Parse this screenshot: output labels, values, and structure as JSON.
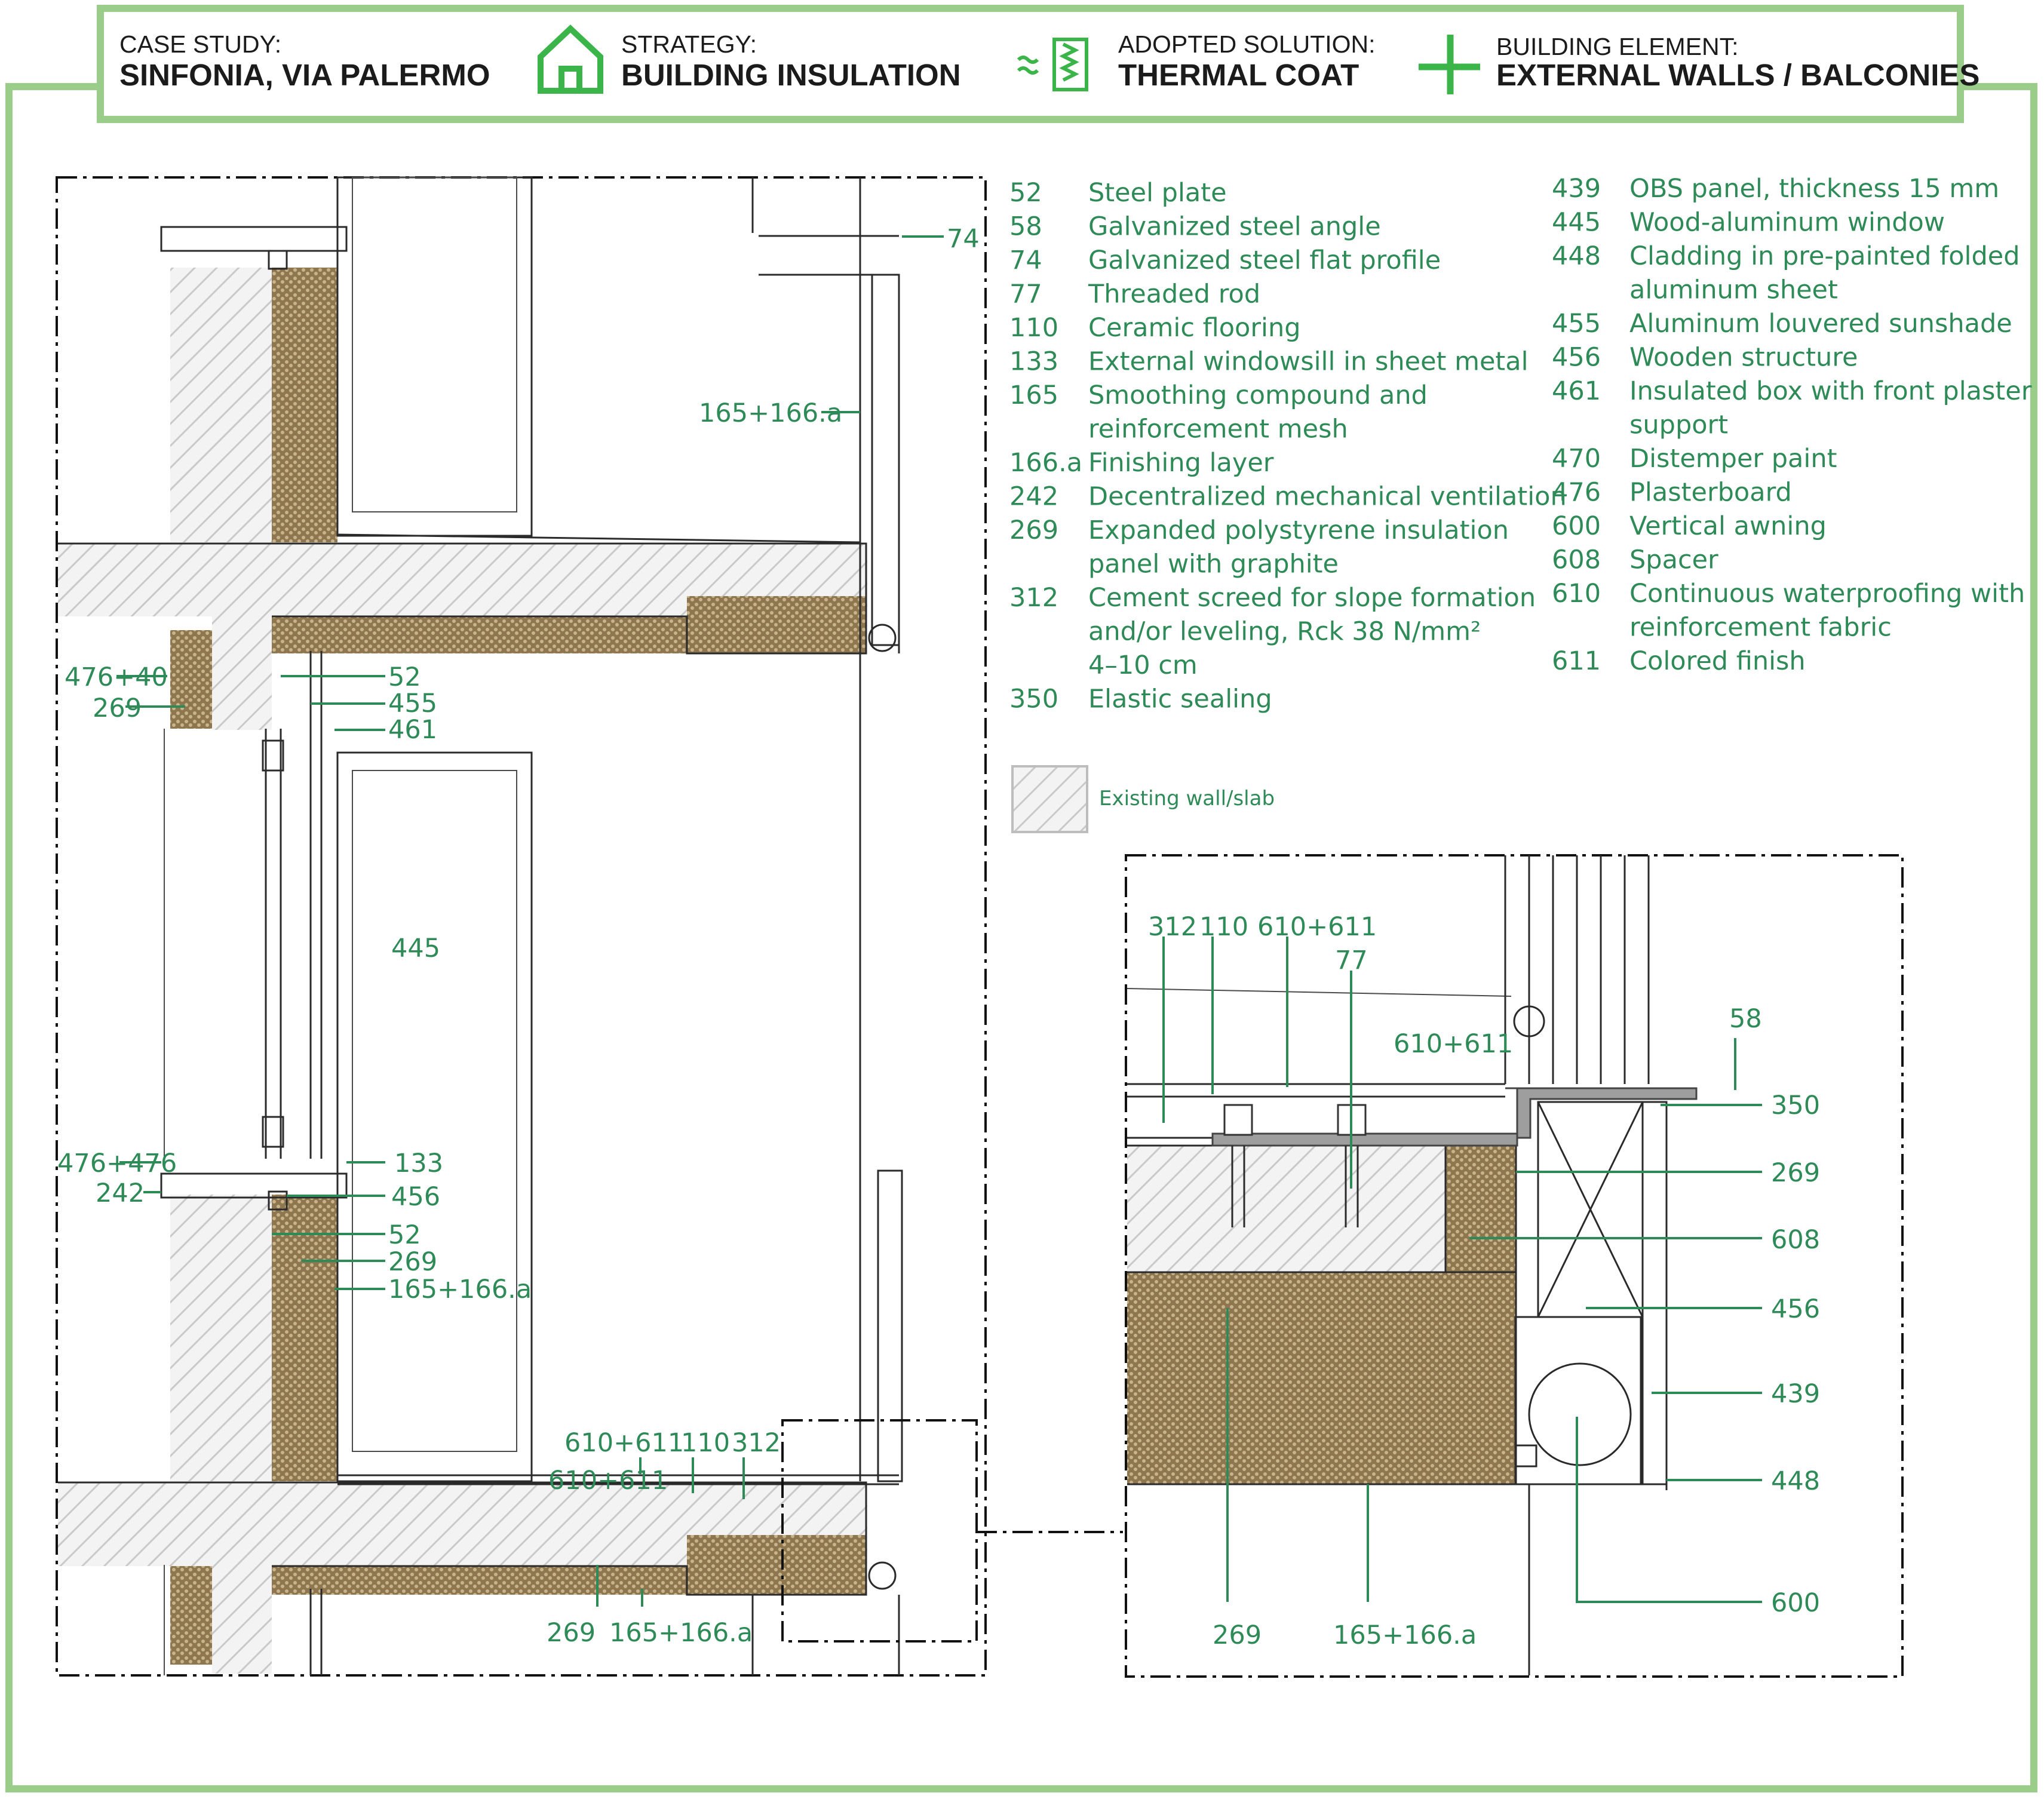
{
  "header": {
    "case_study_label": "CASE STUDY:",
    "case_study_value": "SINFONIA, VIA PALERMO",
    "strategy_label": "STRATEGY:",
    "strategy_value": "BUILDING INSULATION",
    "solution_label": "ADOPTED SOLUTION:",
    "solution_value": "THERMAL COAT",
    "element_label": "BUILDING ELEMENT:",
    "element_value": "EXTERNAL WALLS / BALCONIES",
    "icons": [
      "house-icon",
      "insulation-layer-icon",
      "wall-element-icon"
    ]
  },
  "colors": {
    "frame_green": "#9acd8a",
    "label_green": "#2e8b57",
    "insulation": "#a08a5f",
    "hatch": "#d8d8d8"
  },
  "legend_left": [
    {
      "code": "52",
      "lines": [
        "Steel plate"
      ]
    },
    {
      "code": "58",
      "lines": [
        "Galvanized steel angle"
      ]
    },
    {
      "code": "74",
      "lines": [
        "Galvanized steel flat profile"
      ]
    },
    {
      "code": "77",
      "lines": [
        "Threaded rod"
      ]
    },
    {
      "code": "110",
      "lines": [
        "Ceramic flooring"
      ]
    },
    {
      "code": "133",
      "lines": [
        "External windowsill in sheet metal"
      ]
    },
    {
      "code": "165",
      "lines": [
        "Smoothing compound and",
        "reinforcement mesh"
      ]
    },
    {
      "code": "166.a",
      "lines": [
        "Finishing layer"
      ]
    },
    {
      "code": "242",
      "lines": [
        "Decentralized mechanical ventilation"
      ]
    },
    {
      "code": "269",
      "lines": [
        "Expanded polystyrene insulation",
        "panel with graphite"
      ]
    },
    {
      "code": "312",
      "lines": [
        "Cement screed for slope formation",
        "and/or leveling, Rck 38 N/mm²",
        "4–10 cm"
      ]
    },
    {
      "code": "350",
      "lines": [
        "Elastic sealing"
      ]
    }
  ],
  "legend_right": [
    {
      "code": "439",
      "lines": [
        "OBS panel, thickness 15 mm"
      ]
    },
    {
      "code": "445",
      "lines": [
        "Wood-aluminum window"
      ]
    },
    {
      "code": "448",
      "lines": [
        "Cladding in pre-painted folded",
        "aluminum sheet"
      ]
    },
    {
      "code": "455",
      "lines": [
        "Aluminum louvered sunshade"
      ]
    },
    {
      "code": "456",
      "lines": [
        "Wooden structure"
      ]
    },
    {
      "code": "461",
      "lines": [
        "Insulated box with front plaster",
        "support"
      ]
    },
    {
      "code": "470",
      "lines": [
        "Distemper paint"
      ]
    },
    {
      "code": "476",
      "lines": [
        "Plasterboard"
      ]
    },
    {
      "code": "600",
      "lines": [
        "Vertical awning"
      ]
    },
    {
      "code": "608",
      "lines": [
        "Spacer"
      ]
    },
    {
      "code": "610",
      "lines": [
        "Continuous waterproofing with",
        "reinforcement fabric"
      ]
    },
    {
      "code": "611",
      "lines": [
        "Colored finish"
      ]
    }
  ],
  "hatch_key": {
    "label": "Existing wall/slab"
  },
  "section_tags": {
    "t74": "74",
    "t165_top": "165+166.a",
    "t476_40": "476+40",
    "t269_a": "269",
    "t52_a": "52",
    "t455": "455",
    "t461": "461",
    "t445": "445",
    "t476_476": "476+476",
    "t242": "242",
    "t133": "133",
    "t456": "456",
    "t52_b": "52",
    "t269_b": "269",
    "t165_mid": "165+166.a",
    "t610_a": "610+611",
    "t110_a": "110",
    "t312_a": "312",
    "t610_b": "610+611",
    "t269_c": "269",
    "t165_bot": "165+166.a"
  },
  "detail_tags": {
    "d312": "312",
    "d110": "110",
    "d610_top": "610+611",
    "d77": "77",
    "d610_mid": "610+611",
    "d58": "58",
    "d350": "350",
    "d269_r": "269",
    "d608": "608",
    "d456": "456",
    "d439": "439",
    "d448": "448",
    "d600": "600",
    "d269_b": "269",
    "d165": "165+166.a"
  }
}
